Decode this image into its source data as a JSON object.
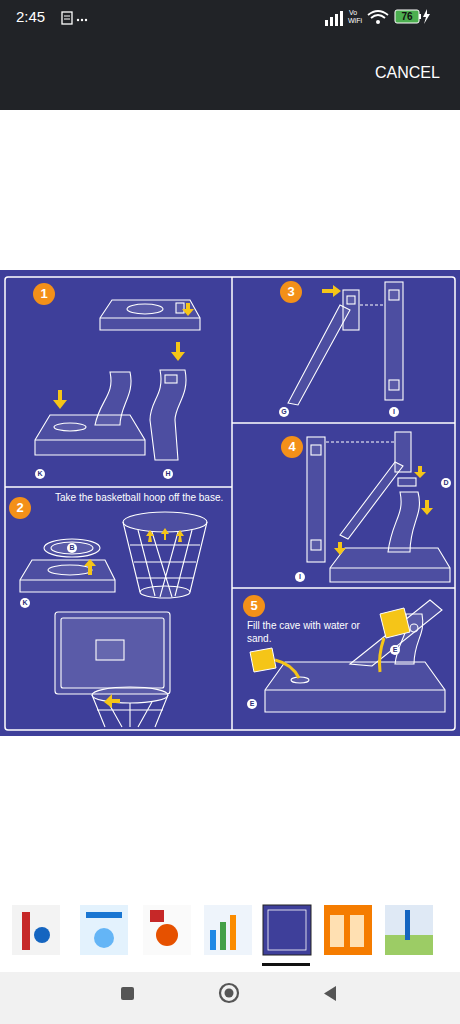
{
  "diagram": {
    "nodes": [
      {
        "text": [
          "1"
        ]
      },
      {
        "text": [
          "2",
          "Take the basketball hoop off the base."
        ]
      },
      {
        "text": [
          "3"
        ]
      },
      {
        "text": [
          "4"
        ]
      },
      {
        "text": [
          "5",
          "Fill the cave with water or sand."
        ]
      }
    ],
    "labels": [
      "2:45",
      "Vo",
      "WiFi",
      "76",
      "CANCEL",
      "K",
      "H",
      "B",
      "K",
      "G",
      "I",
      "I",
      "D",
      "E",
      "E"
    ]
  }
}
